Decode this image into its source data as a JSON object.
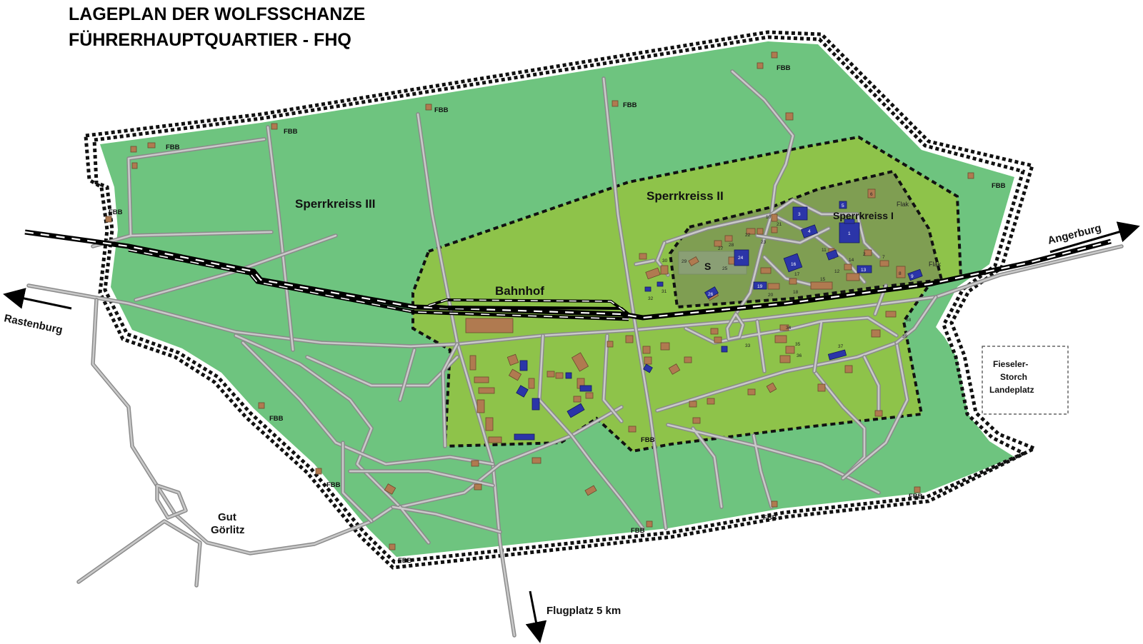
{
  "title": {
    "line1": "LAGEPLAN DER WOLFSSCHANZE",
    "line2": "FÜHRERHAUPTQUARTIER - FHQ"
  },
  "zones": {
    "sk3": "Sperrkreiss III",
    "sk2": "Sperrkreiss II",
    "sk1": "Sperrkreiss I"
  },
  "places": {
    "bahnhof": "Bahnhof",
    "rastenburg": "Rastenburg",
    "angerburg": "Angerburg",
    "gut_line1": "Gut",
    "gut_line2": "Görlitz",
    "flugplatz": "Flugplatz 5 km",
    "storch_line1": "Fieseler-",
    "storch_line2": "Storch",
    "storch_line3": "Landeplatz",
    "flak": "Flak",
    "s": "S"
  },
  "fbb_label": "FBB",
  "building_numbers": [
    "1",
    "2",
    "3",
    "4",
    "5",
    "6",
    "7",
    "8",
    "9",
    "10",
    "11",
    "12",
    "13",
    "14",
    "15",
    "16",
    "17",
    "18",
    "19",
    "20",
    "21",
    "22",
    "23",
    "24",
    "25",
    "26",
    "27",
    "28",
    "29",
    "30",
    "31",
    "32",
    "33",
    "34",
    "35",
    "36",
    "37",
    "38",
    "39"
  ],
  "colors": {
    "outer_zone": "#6ec47f",
    "zone_two": "#8ec34a",
    "zone_one": "#7f9e52",
    "road": "#8a8a8a",
    "building": "#b07a50",
    "bunker": "#2b35a8"
  }
}
